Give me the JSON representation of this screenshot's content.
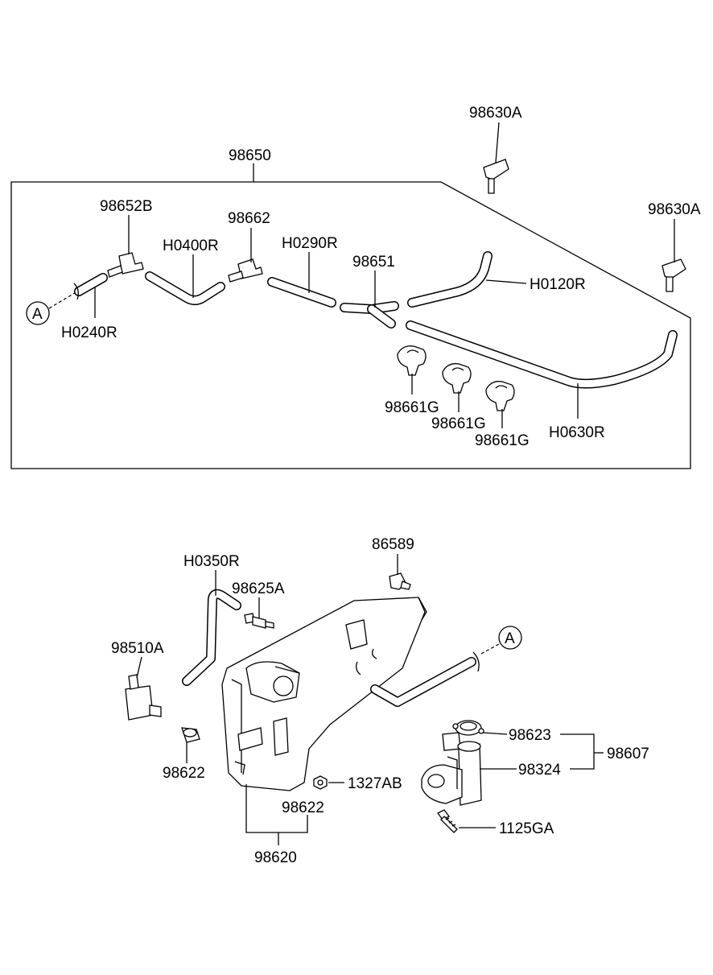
{
  "labels": {
    "p98630A_1": "98630A",
    "p98650": "98650",
    "p98652B": "98652B",
    "p98662": "98662",
    "p98630A_2": "98630A",
    "pH0400R": "H0400R",
    "pH0290R": "H0290R",
    "p98651": "98651",
    "pH0120R": "H0120R",
    "pH0240R": "H0240R",
    "p98661G_1": "98661G",
    "p98661G_2": "98661G",
    "p98661G_3": "98661G",
    "pH0630R": "H0630R",
    "p86589": "86589",
    "pH0350R": "H0350R",
    "p98625A": "98625A",
    "p98510A": "98510A",
    "p98623": "98623",
    "p98607": "98607",
    "p98324": "98324",
    "p98622_1": "98622",
    "p1327AB": "1327AB",
    "p98622_2": "98622",
    "p1125GA": "1125GA",
    "p98620": "98620"
  },
  "callouts": {
    "ref_a_top": "A",
    "ref_a_bottom": "A"
  }
}
